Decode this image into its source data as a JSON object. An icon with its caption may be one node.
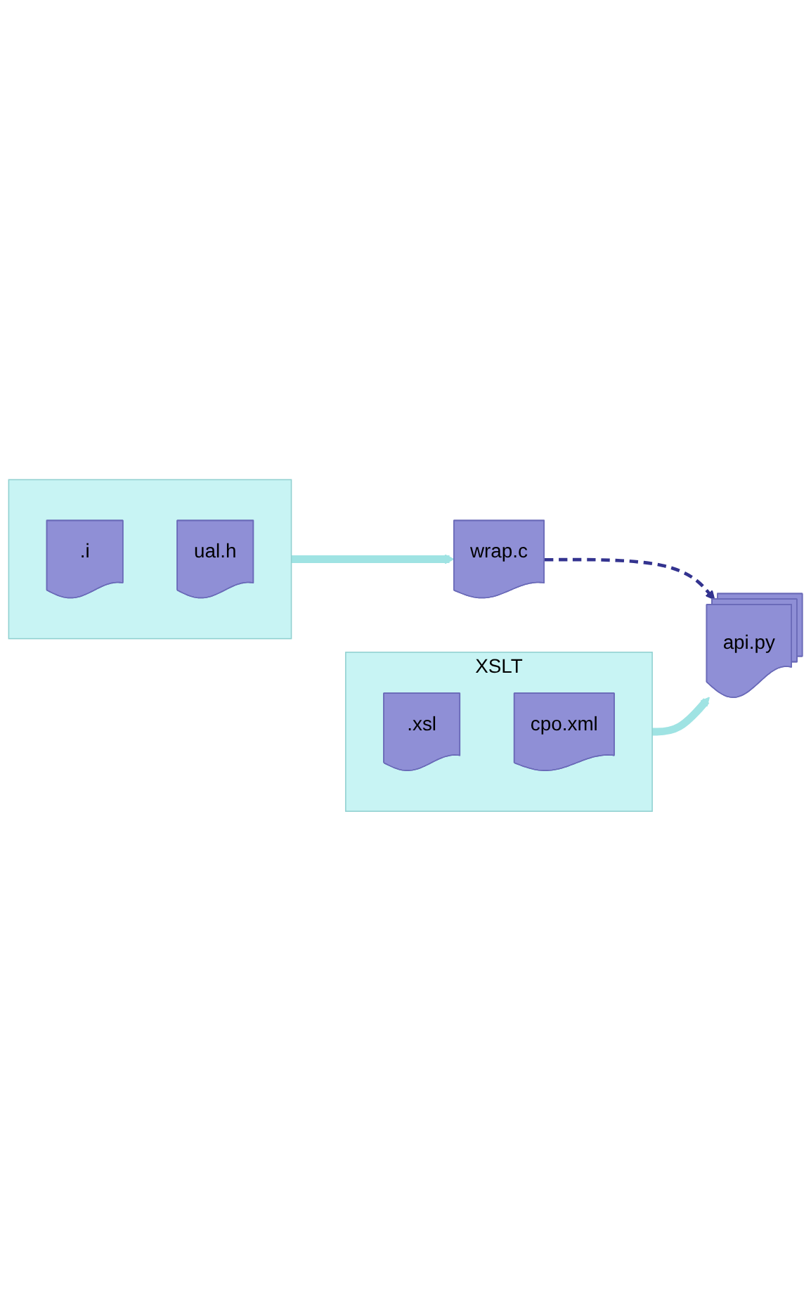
{
  "diagram": {
    "nodes": [
      {
        "text": [],
        "shape": "box"
      },
      {
        "text": [
          ".i"
        ],
        "in": 0
      },
      {
        "text": [
          "ual.h"
        ],
        "in": 0
      },
      {
        "text": [
          "wrap.c"
        ]
      },
      {
        "text": [
          "XSLT"
        ]
      },
      {
        "text": [
          ".xsl"
        ],
        "in": 4
      },
      {
        "text": [
          "cpo.xml"
        ],
        "in": 4
      },
      {
        "text": [
          "api.py"
        ]
      }
    ],
    "edges": [
      {
        "from": 0,
        "to": 3,
        "arrow": "to"
      },
      {
        "from": 3,
        "to": 7,
        "arrow": "to",
        "style": "dashed",
        "color": "#33338f"
      },
      {
        "from": 4,
        "to": 7,
        "arrow": "to"
      }
    ]
  }
}
